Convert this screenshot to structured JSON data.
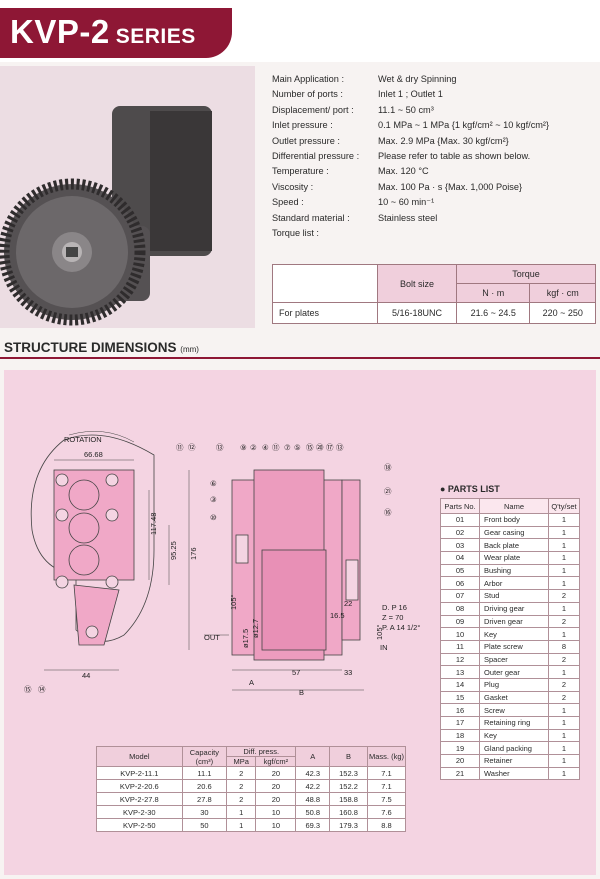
{
  "header": {
    "title_main": "KVP-2",
    "title_sub": "SERIES"
  },
  "specs": [
    {
      "label": "Main Application :",
      "value": "Wet & dry Spinning"
    },
    {
      "label": "Number of ports :",
      "value": "Inlet 1 ; Outlet 1"
    },
    {
      "label": "Displacement/ port :",
      "value": "11.1 ~ 50 cm³"
    },
    {
      "label": "Inlet pressure :",
      "value": "0.1 MPa ~ 1 MPa {1 kgf/cm² ~ 10 kgf/cm²}"
    },
    {
      "label": "Outlet pressure :",
      "value": "Max. 2.9 MPa {Max. 30 kgf/cm²}"
    },
    {
      "label": "Differential pressure :",
      "value": "Please refer to table as shown below."
    },
    {
      "label": "Temperature :",
      "value": "Max. 120 °C"
    },
    {
      "label": "Viscosity :",
      "value": "Max. 100 Pa · s {Max. 1,000 Poise}"
    },
    {
      "label": "Speed :",
      "value": "10 ~ 60 min⁻¹"
    },
    {
      "label": "Standard material :",
      "value": "Stainless steel"
    },
    {
      "label": "Torque list :",
      "value": ""
    }
  ],
  "torque": {
    "bolt_header": "Bolt size",
    "torque_header": "Torque",
    "unit1": "N · m",
    "unit2": "kgf · cm",
    "row": {
      "name": "For plates",
      "bolt": "5/16-18UNC",
      "nm": "21.6 ~ 24.5",
      "kgf": "220 ~ 250"
    }
  },
  "section": {
    "title": "STRUCTURE DIMENSIONS",
    "unit": "(mm)"
  },
  "drawing": {
    "rotation": "ROTATION",
    "out": "OUT",
    "in": "IN",
    "d1": "66.68",
    "d2": "117.48",
    "d3": "95.25",
    "d4": "176",
    "d5": "44",
    "d6": "105°",
    "d7": "ø17.5",
    "d8": "ø12.7",
    "d9": "A",
    "d10": "57",
    "d11": "33",
    "d12": "B",
    "d13": "22",
    "d14": "16.5",
    "d15": "105°",
    "dp": "D. P 16",
    "z": "Z = 70",
    "pa": "P. A 14 1/2°",
    "callouts_top": [
      "⑪",
      "⑫",
      "⑬",
      "⑨",
      "②",
      "④",
      "⑪",
      "⑦",
      "⑤",
      "⑮",
      "⑳",
      "⑰",
      "⑬"
    ],
    "callouts_left": [
      "⑥",
      "③",
      "⑩"
    ],
    "callouts_right": [
      "⑱",
      "㉑",
      "⑯"
    ],
    "callouts_bottom": [
      "⑮",
      "⑭"
    ]
  },
  "parts_list": {
    "title": "● PARTS LIST",
    "headers": [
      "Parts No.",
      "Name",
      "Q'ty/set"
    ],
    "rows": [
      [
        "01",
        "Front body",
        "1"
      ],
      [
        "02",
        "Gear casing",
        "1"
      ],
      [
        "03",
        "Back plate",
        "1"
      ],
      [
        "04",
        "Wear plate",
        "1"
      ],
      [
        "05",
        "Bushing",
        "1"
      ],
      [
        "06",
        "Arbor",
        "1"
      ],
      [
        "07",
        "Stud",
        "2"
      ],
      [
        "08",
        "Driving gear",
        "1"
      ],
      [
        "09",
        "Driven gear",
        "2"
      ],
      [
        "10",
        "Key",
        "1"
      ],
      [
        "11",
        "Plate screw",
        "8"
      ],
      [
        "12",
        "Spacer",
        "2"
      ],
      [
        "13",
        "Outer gear",
        "1"
      ],
      [
        "14",
        "Plug",
        "2"
      ],
      [
        "15",
        "Gasket",
        "2"
      ],
      [
        "16",
        "Screw",
        "1"
      ],
      [
        "17",
        "Retaining ring",
        "1"
      ],
      [
        "18",
        "Key",
        "1"
      ],
      [
        "19",
        "Gland packing",
        "1"
      ],
      [
        "20",
        "Retainer",
        "1"
      ],
      [
        "21",
        "Washer",
        "1"
      ]
    ]
  },
  "models": {
    "h_model": "Model",
    "h_capacity": "Capacity (cm³)",
    "h_diff": "Diff. press.",
    "h_mpa": "MPa",
    "h_kgf": "kgf/cm²",
    "h_a": "A",
    "h_b": "B",
    "h_mass": "Mass. (kg)",
    "rows": [
      [
        "KVP-2-11.1",
        "11.1",
        "2",
        "20",
        "42.3",
        "152.3",
        "7.1"
      ],
      [
        "KVP-2-20.6",
        "20.6",
        "2",
        "20",
        "42.2",
        "152.2",
        "7.1"
      ],
      [
        "KVP-2-27.8",
        "27.8",
        "2",
        "20",
        "48.8",
        "158.8",
        "7.5"
      ],
      [
        "KVP-2-30",
        "30",
        "1",
        "10",
        "50.8",
        "160.8",
        "7.6"
      ],
      [
        "KVP-2-50",
        "50",
        "1",
        "10",
        "69.3",
        "179.3",
        "8.8"
      ]
    ]
  }
}
